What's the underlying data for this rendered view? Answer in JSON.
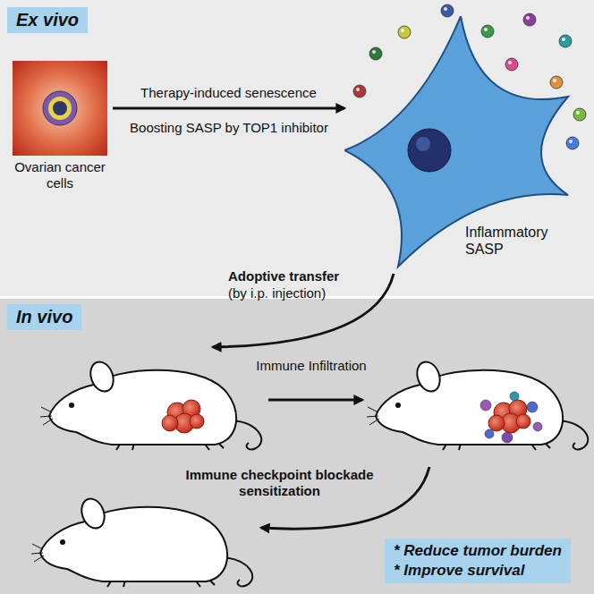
{
  "diagram": {
    "nodes": [
      {
        "text": [
          "Ex vivo"
        ]
      },
      {
        "text": [
          "Ovarian cancer cells"
        ]
      },
      {
        "text": [
          "Inflammatory SASP"
        ]
      },
      {
        "text": [
          "In vivo"
        ]
      },
      {
        "text": [
          "* Reduce tumor burden",
          "* Improve survival"
        ]
      }
    ],
    "edges": [
      {
        "from": 1,
        "to": 2,
        "arrow": "to",
        "label": "Therapy-induced senescence"
      }
    ],
    "labels": [
      "Boosting SASP by TOP1 inhibitor",
      "Adoptive transfer",
      "(by i.p. injection)",
      "Immune Infiltration",
      "Immune checkpoint blockade sensitization"
    ]
  }
}
